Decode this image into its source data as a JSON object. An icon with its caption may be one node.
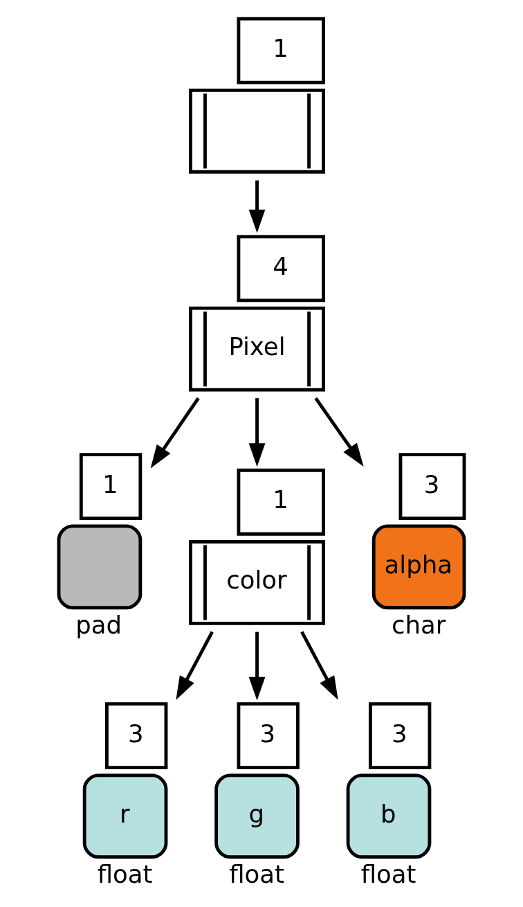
{
  "diagram": {
    "nodes": [
      {
        "text": [
          "1"
        ]
      },
      {
        "text": [
          "4",
          "Pixel"
        ]
      },
      {
        "text": [
          "1"
        ],
        "beside": [
          "pad"
        ]
      },
      {
        "text": [
          "1",
          "color"
        ]
      },
      {
        "text": [
          "3",
          "alpha"
        ],
        "beside": [
          "char"
        ]
      },
      {
        "text": [
          "3",
          "r"
        ],
        "beside": [
          "float"
        ]
      },
      {
        "text": [
          "3",
          "g"
        ],
        "beside": [
          "float"
        ]
      },
      {
        "text": [
          "3",
          "b"
        ],
        "beside": [
          "float"
        ]
      }
    ],
    "edges": [
      {
        "from": 0,
        "to": 1,
        "arrow": "to"
      },
      {
        "from": 1,
        "to": 2,
        "arrow": "to"
      },
      {
        "from": 1,
        "to": 3,
        "arrow": "to"
      },
      {
        "from": 1,
        "to": 4,
        "arrow": "to"
      },
      {
        "from": 3,
        "to": 5,
        "arrow": "to"
      },
      {
        "from": 3,
        "to": 6,
        "arrow": "to"
      },
      {
        "from": 3,
        "to": 7,
        "arrow": "to"
      }
    ]
  }
}
